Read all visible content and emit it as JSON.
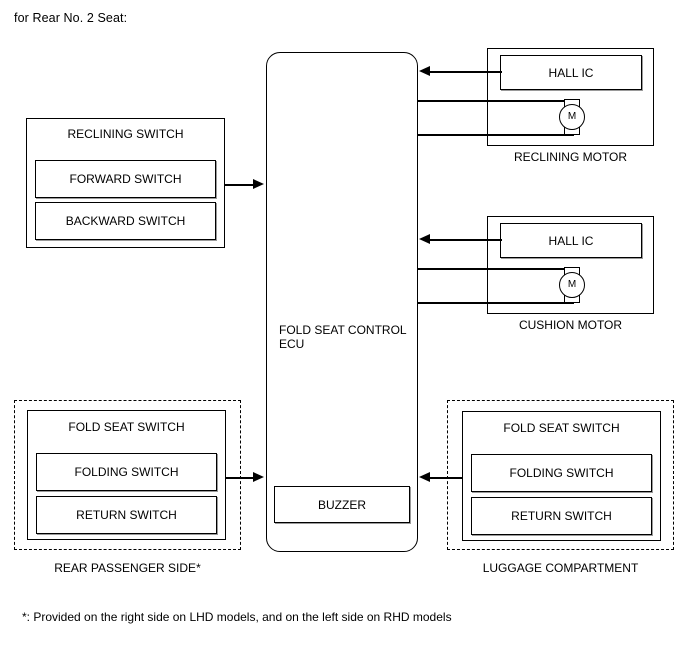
{
  "header": {
    "title": "for Rear No. 2 Seat:"
  },
  "footnote": {
    "text": "*: Provided on the right side on LHD models, and on the left side on RHD models"
  },
  "ecu": {
    "label_line1": "FOLD SEAT CONTROL",
    "label_line2": "ECU",
    "buzzer_label": "BUZZER"
  },
  "reclining_switch": {
    "title": "RECLINING SWITCH",
    "items": [
      {
        "label": "FORWARD SWITCH"
      },
      {
        "label": "BACKWARD SWITCH"
      }
    ]
  },
  "reclining_motor": {
    "caption": "RECLINING MOTOR",
    "hall_ic_label": "HALL IC",
    "motor_symbol": "M"
  },
  "cushion_motor": {
    "caption": "CUSHION MOTOR",
    "hall_ic_label": "HALL IC",
    "motor_symbol": "M"
  },
  "rear_passenger_side": {
    "caption": "REAR PASSENGER SIDE*",
    "fold_seat_switch": {
      "title": "FOLD SEAT SWITCH",
      "items": [
        {
          "label": "FOLDING SWITCH"
        },
        {
          "label": "RETURN SWITCH"
        }
      ]
    }
  },
  "luggage_compartment": {
    "caption": "LUGGAGE COMPARTMENT",
    "fold_seat_switch": {
      "title": "FOLD SEAT SWITCH",
      "items": [
        {
          "label": "FOLDING SWITCH"
        },
        {
          "label": "RETURN SWITCH"
        }
      ]
    }
  },
  "colors": {
    "line": "#000000",
    "background": "#ffffff",
    "shadow": "#9a9a9a"
  }
}
